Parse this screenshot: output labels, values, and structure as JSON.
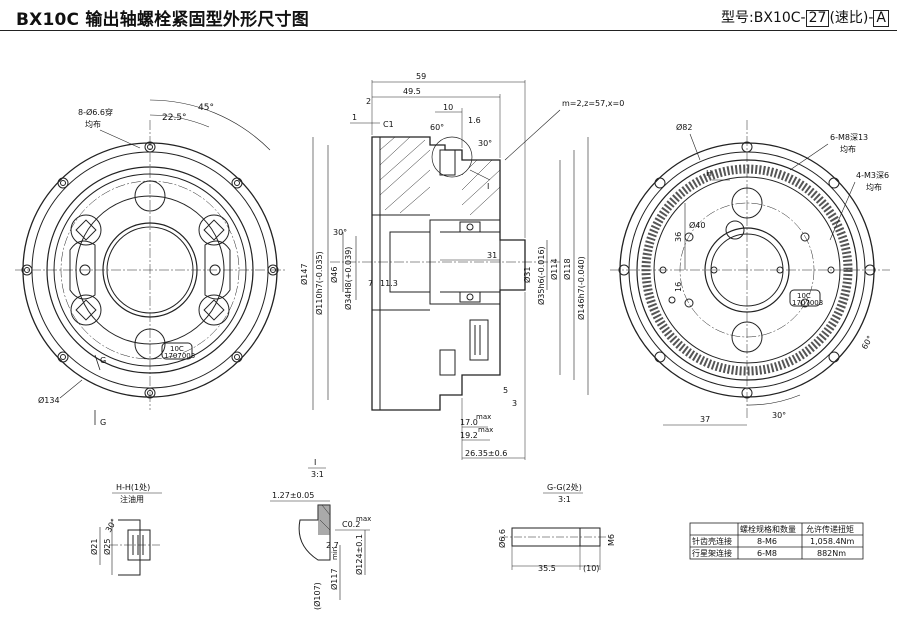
{
  "header": {
    "title": "BX10C  输出轴螺栓紧固型外形尺寸图",
    "model_prefix": "型号:BX10C-",
    "ratio_box": "27",
    "ratio_note": "(速比)-",
    "variant_box": "A"
  },
  "front_left": {
    "hole_label": "8-Ø6.6穿",
    "hole_label2": "均布",
    "angle_a": "22.5°",
    "angle_b": "45°",
    "dia_label": "Ø134",
    "section_g": "G",
    "nameplate_1": "10C",
    "nameplate_2": "1707003"
  },
  "side_view": {
    "dim_59": "59",
    "dim_495": "49.5",
    "dim_1": "1",
    "dim_2": "2",
    "dim_10": "10",
    "dim_16": "1.6",
    "c1": "C1",
    "ang_60": "60°",
    "ang_30": "30°",
    "ang_30b": "30°",
    "gear_label": "m=2,z=57,x=0",
    "detail_i": "I",
    "d147": "Ø147",
    "d110": "Ø110h7(-0.035)",
    "d46": "Ø46",
    "d34": "Ø34H8(+0.039)",
    "dim_7": "7",
    "dim_113": "11.3",
    "dim_31": "31",
    "d31": "Ø31",
    "d35": "Ø35h6(-0.016)",
    "d114": "Ø114",
    "d118": "Ø118",
    "d146": "Ø146h7(-0.040)",
    "dim_5": "5",
    "dim_3": "3",
    "dim_17": "17.0",
    "dim_192": "19.2",
    "dim_2635": "26.35±0.6",
    "max": "max"
  },
  "front_right": {
    "d82": "Ø82",
    "holes_m8": "6-M8深13",
    "holes_m8_2": "均布",
    "holes_m3": "4-M3深6",
    "holes_m3_2": "均布",
    "section_h": "H",
    "d40": "Ø40",
    "dim_36": "36",
    "dim_16": "16",
    "dim_37": "37",
    "ang_30": "30°",
    "ang_60": "60°",
    "nameplate_1": "10C",
    "nameplate_2": "1707003"
  },
  "detail_hh": {
    "title": "H-H(1处)",
    "subtitle": "注油用",
    "ang": "30°",
    "d21": "Ø21",
    "d25": "Ø25"
  },
  "detail_i": {
    "title": "I",
    "scale": "3:1",
    "dim_127": "1.27±0.05",
    "c02": "C0.2",
    "dim_27": "2.7",
    "d124": "Ø124±0.1",
    "d117": "Ø117",
    "d107": "(Ø107)",
    "max": "max",
    "min": "min"
  },
  "detail_gg": {
    "title": "G-G(2处)",
    "scale": "3:1",
    "d66": "Ø6.6",
    "m6": "M6",
    "dim_355": "35.5",
    "dim_10": "(10)"
  },
  "bolt_table": {
    "headers": [
      "",
      "螺栓规格和数量",
      "允许传递扭矩"
    ],
    "rows": [
      [
        "针齿壳连接",
        "8-M6",
        "1,058.4Nm"
      ],
      [
        "行星架连接",
        "6-M8",
        "882Nm"
      ]
    ]
  }
}
